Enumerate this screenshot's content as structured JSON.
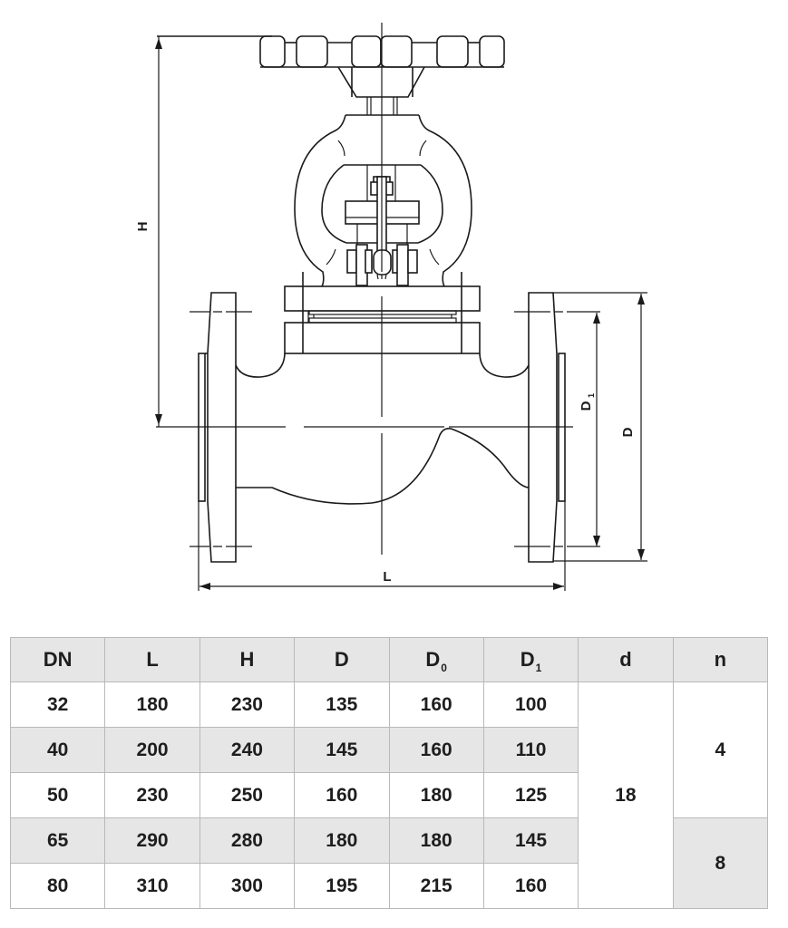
{
  "drawing": {
    "title": "Globe valve flanged dimension drawing",
    "labels": {
      "H": "H",
      "L": "L",
      "D": "D",
      "D1_main": "D",
      "D1_sub": "1"
    }
  },
  "table": {
    "headers": [
      {
        "main": "DN",
        "sub": ""
      },
      {
        "main": "L",
        "sub": ""
      },
      {
        "main": "H",
        "sub": ""
      },
      {
        "main": "D",
        "sub": ""
      },
      {
        "main": "D",
        "sub": "0"
      },
      {
        "main": "D",
        "sub": "1"
      },
      {
        "main": "d",
        "sub": ""
      },
      {
        "main": "n",
        "sub": ""
      }
    ],
    "rows": [
      [
        "32",
        "180",
        "230",
        "135",
        "160",
        "100"
      ],
      [
        "40",
        "200",
        "240",
        "145",
        "160",
        "110"
      ],
      [
        "50",
        "230",
        "250",
        "160",
        "180",
        "125"
      ],
      [
        "65",
        "290",
        "280",
        "180",
        "180",
        "145"
      ],
      [
        "80",
        "310",
        "300",
        "195",
        "215",
        "160"
      ]
    ],
    "d_merged": "18",
    "n_groups": [
      {
        "value": "4",
        "rows": 3
      },
      {
        "value": "8",
        "rows": 2
      }
    ]
  }
}
